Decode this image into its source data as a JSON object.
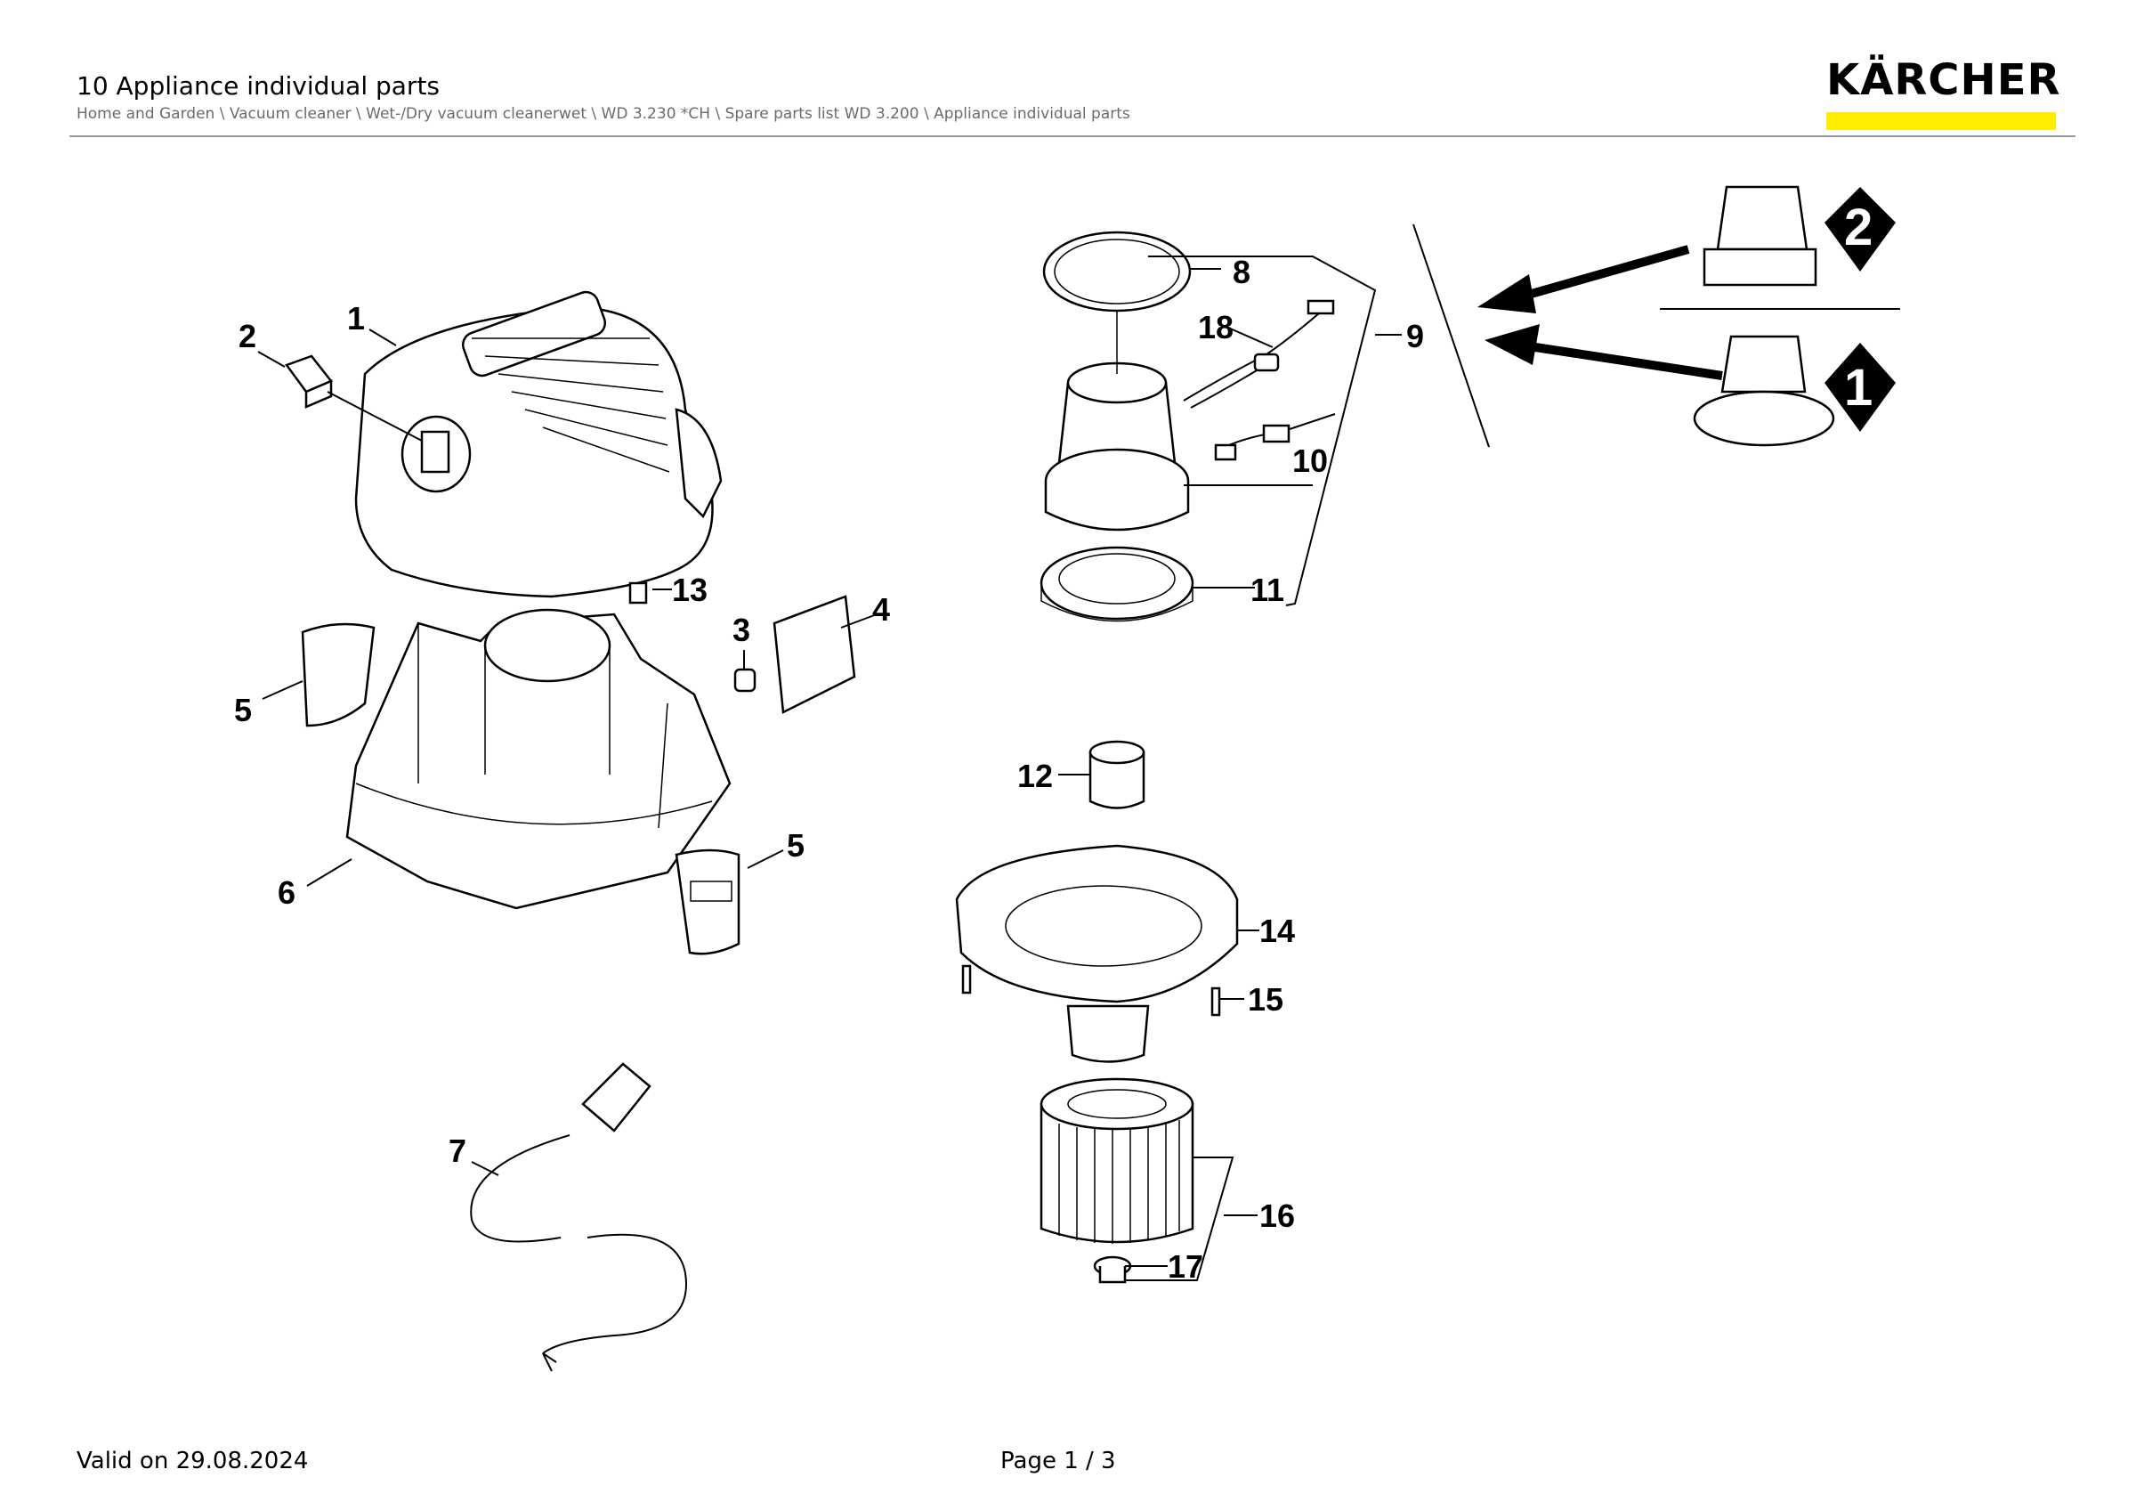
{
  "header": {
    "title": "10 Appliance individual parts",
    "breadcrumb": "Home and Garden \\ Vacuum cleaner \\ Wet-/Dry vacuum cleanerwet \\ WD 3.230 *CH \\ Spare parts list WD 3.200 \\ Appliance individual parts",
    "brand": "KÄRCHER",
    "brand_color": "#ffed00"
  },
  "callouts": {
    "c1": "1",
    "c2": "2",
    "c3": "3",
    "c4": "4",
    "c5a": "5",
    "c5b": "5",
    "c6": "6",
    "c7": "7",
    "c8": "8",
    "c9": "9",
    "c10": "10",
    "c11": "11",
    "c12": "12",
    "c13": "13",
    "c14": "14",
    "c15": "15",
    "c16": "16",
    "c17": "17",
    "c18": "18"
  },
  "variant_badges": {
    "top": "2",
    "bottom": "1"
  },
  "footer": {
    "valid": "Valid on 29.08.2024",
    "page": "Page 1 / 3"
  }
}
